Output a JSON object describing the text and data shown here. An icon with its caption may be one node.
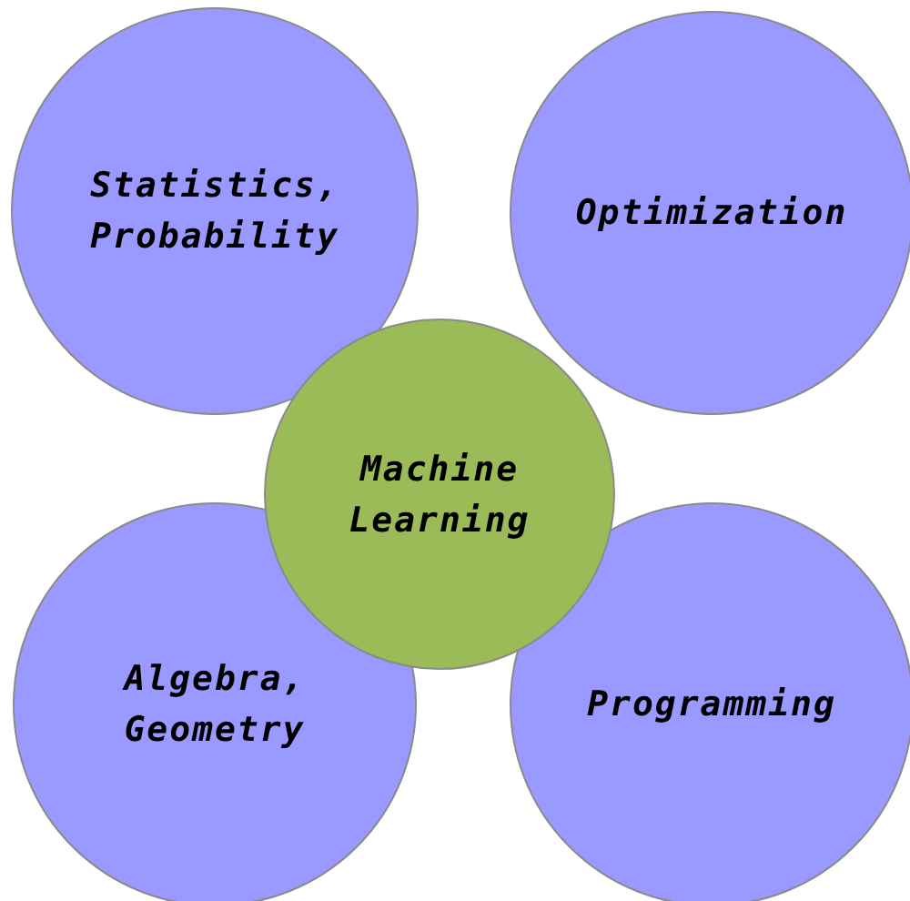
{
  "diagram": {
    "nodes": [
      {
        "text": [
          "Statistics, Probability"
        ]
      },
      {
        "text": [
          "Optimization"
        ]
      },
      {
        "text": [
          "Machine Learning"
        ]
      },
      {
        "text": [
          "Algebra, Geometry"
        ]
      },
      {
        "text": [
          "Programming"
        ]
      }
    ]
  }
}
